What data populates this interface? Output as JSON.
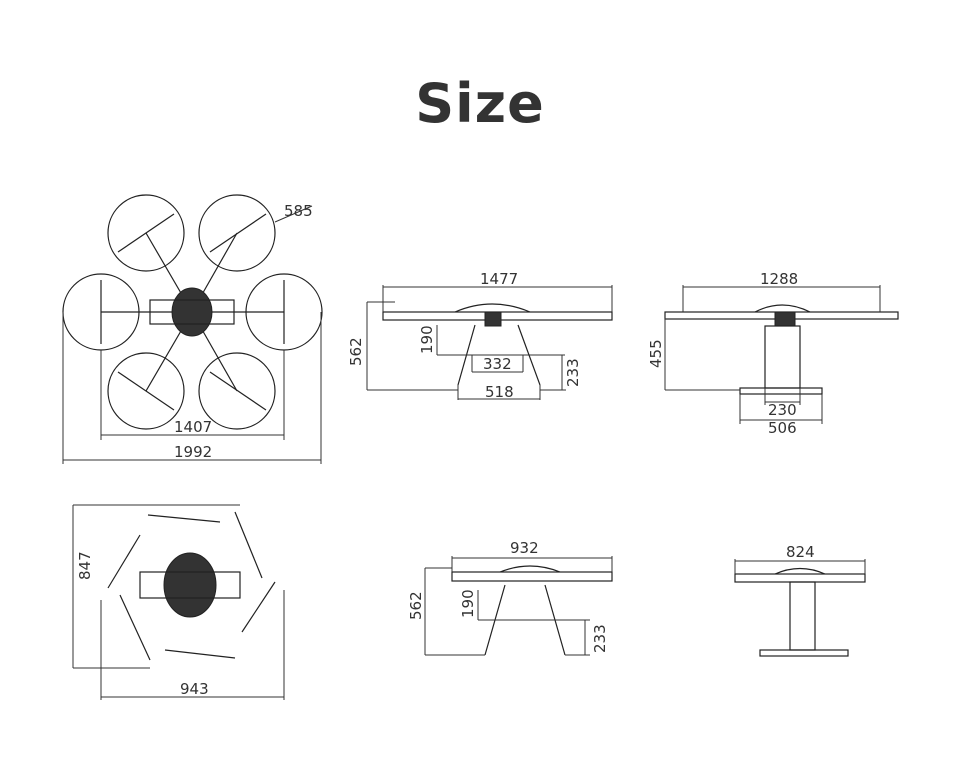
{
  "title": "Size",
  "top_view": {
    "propeller_diameter": "585",
    "motor_span": "1407",
    "overall_span": "1992"
  },
  "front_view": {
    "width": "1477",
    "height": "562",
    "body_clearance": "190",
    "leg_top_width": "332",
    "leg_height": "233",
    "leg_base_width": "518"
  },
  "side_view": {
    "width": "1288",
    "height": "455",
    "stand_width": "230",
    "base_width": "506"
  },
  "folded_top_view": {
    "depth": "847",
    "width": "943"
  },
  "folded_front_view": {
    "width": "932",
    "height": "562",
    "body_clearance": "190",
    "leg_height": "233"
  },
  "folded_side_view": {
    "width": "824"
  }
}
